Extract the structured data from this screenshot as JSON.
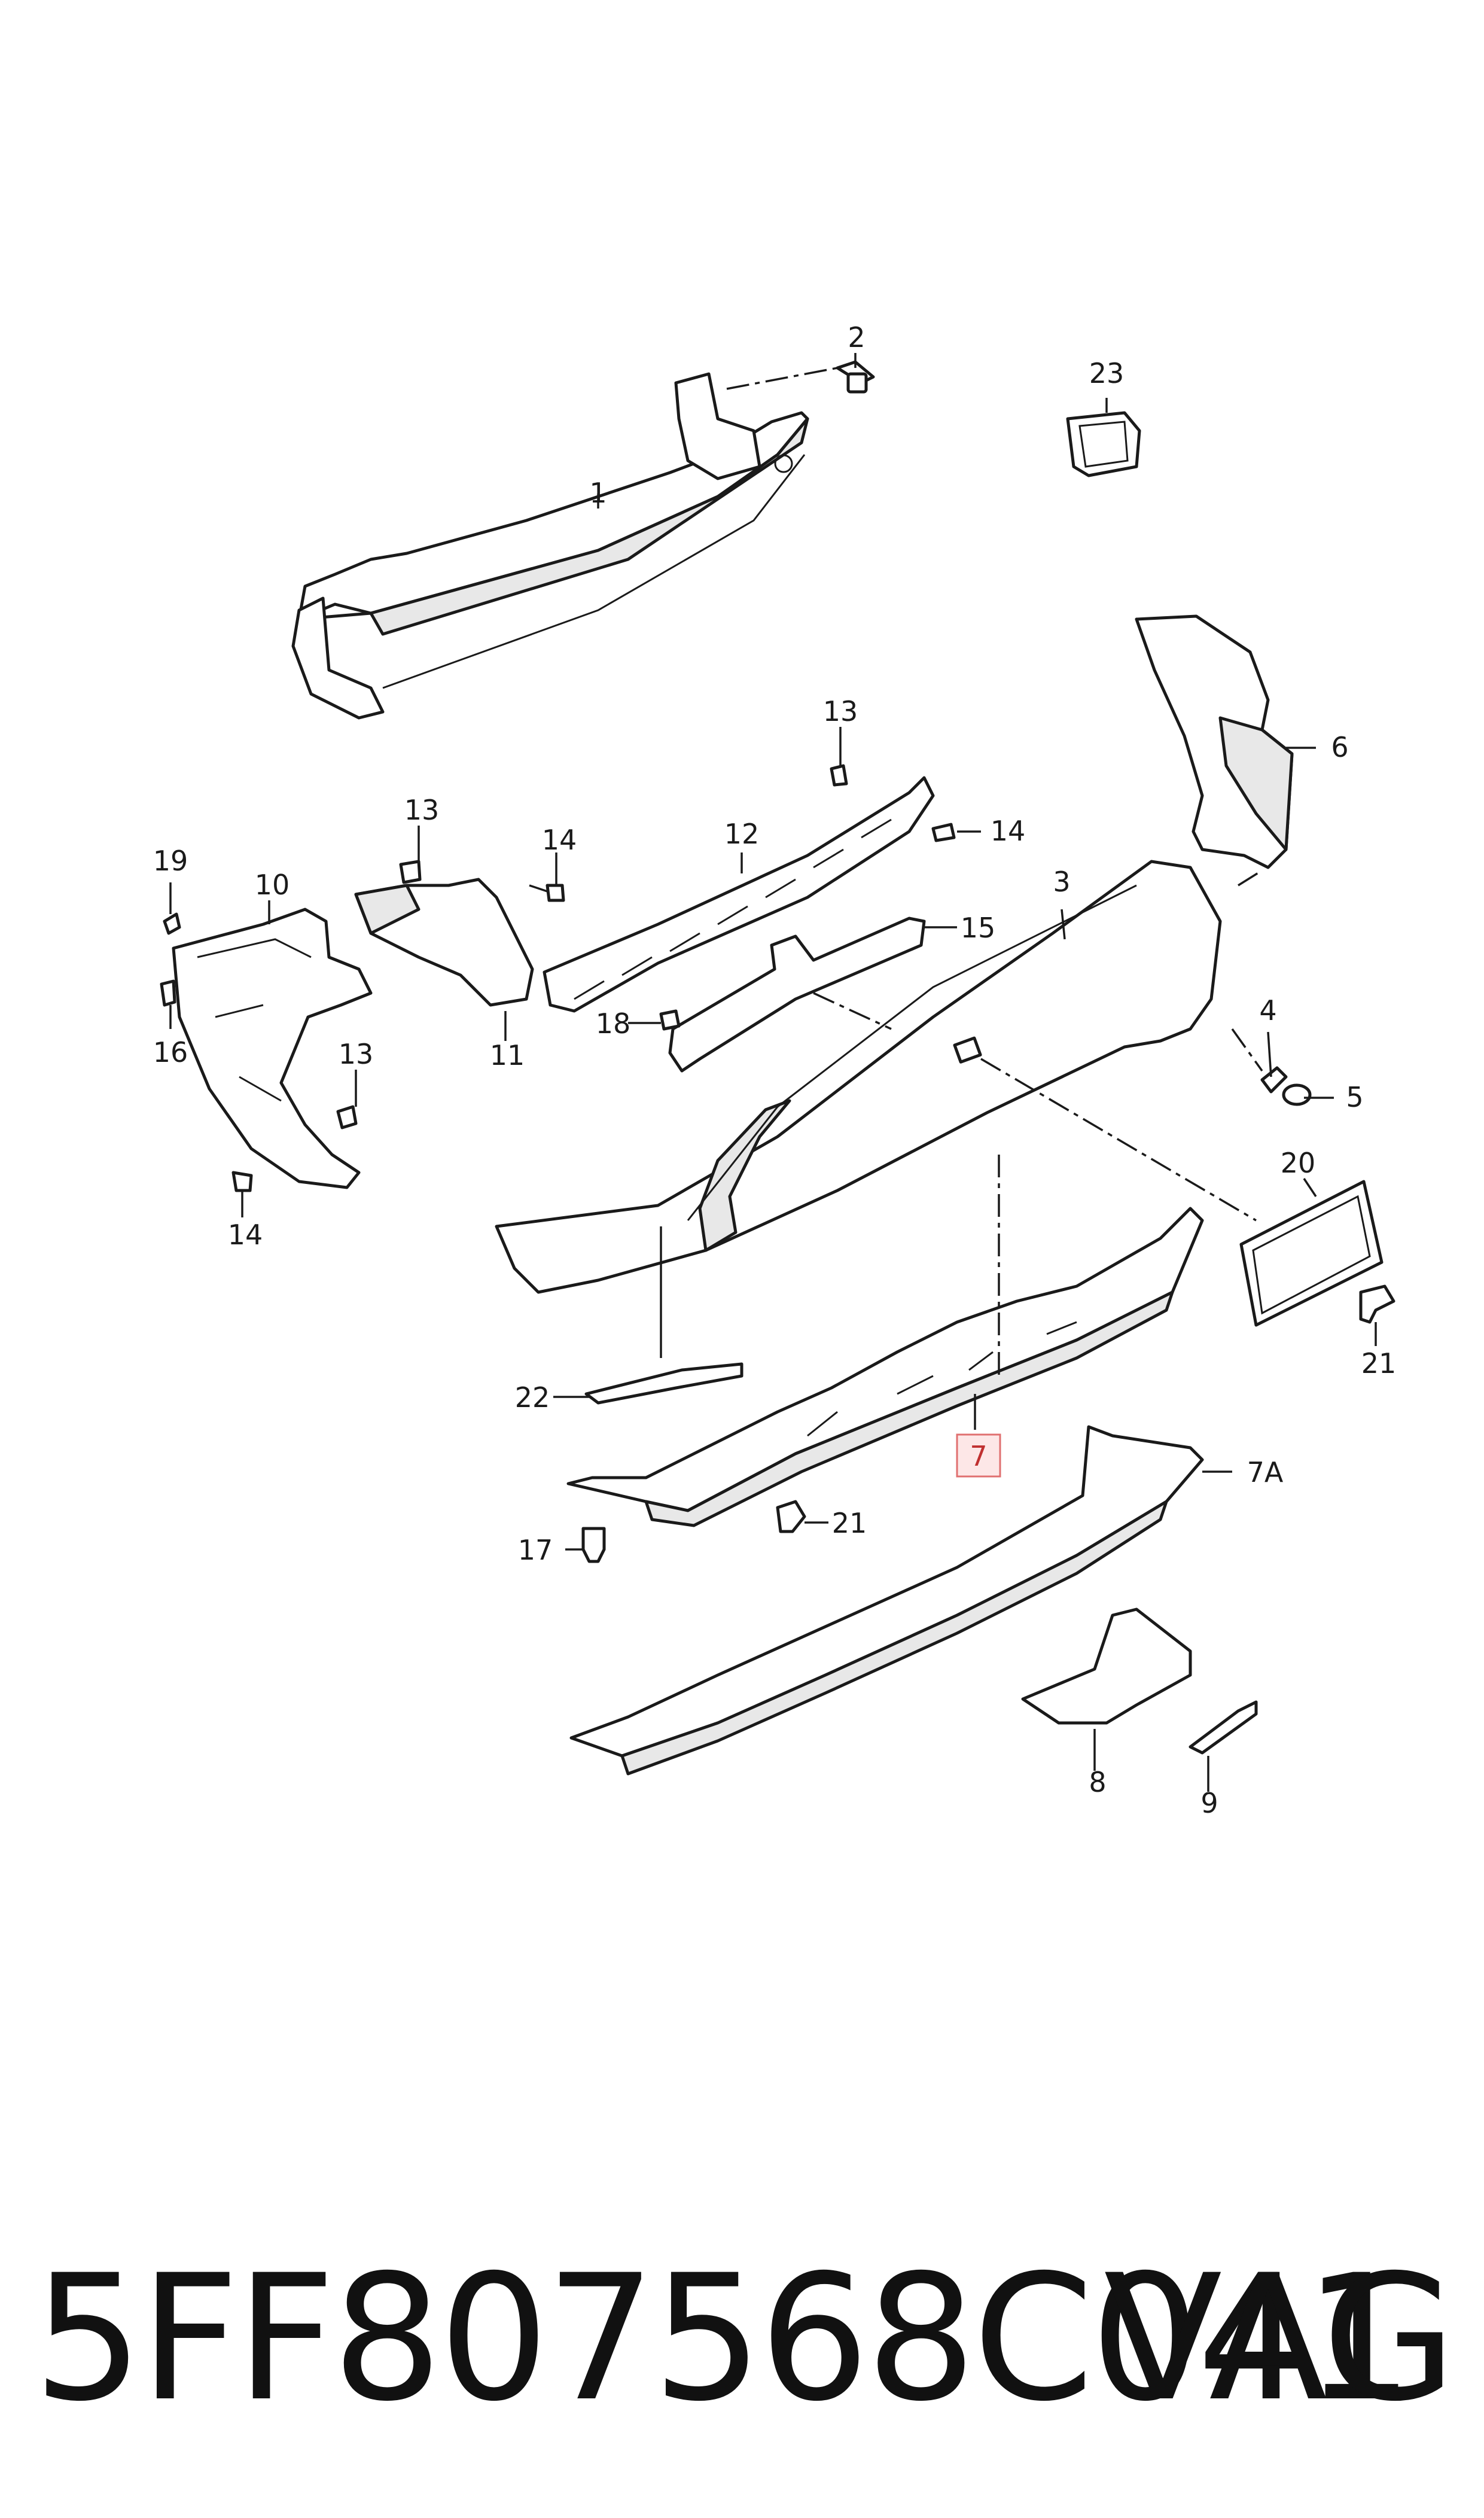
{
  "diagram": {
    "callouts": {
      "c1": "1",
      "c2": "2",
      "c3": "3",
      "c4": "4",
      "c5": "5",
      "c6": "6",
      "c7": "7",
      "c7a": "7A",
      "c8": "8",
      "c9": "9",
      "c10": "10",
      "c11": "11",
      "c12": "12",
      "c13a": "13",
      "c13b": "13",
      "c13c": "13",
      "c14a": "14",
      "c14b": "14",
      "c14c": "14",
      "c15": "15",
      "c16": "16",
      "c17": "17",
      "c18": "18",
      "c19": "19",
      "c20": "20",
      "c21a": "21",
      "c21b": "21",
      "c22": "22",
      "c23": "23"
    },
    "highlight_color": "#e07070"
  },
  "footer": {
    "part_number": "5FF807568C041",
    "brand": "VAG"
  }
}
